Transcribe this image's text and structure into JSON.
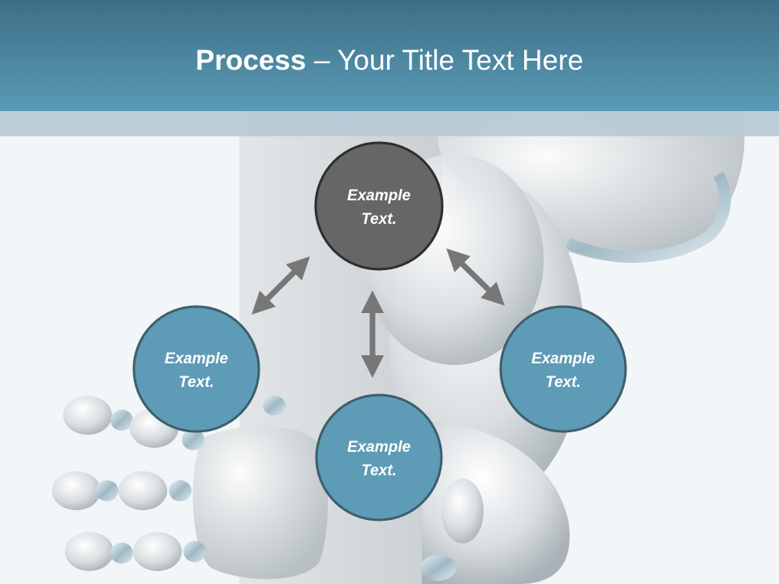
{
  "title": {
    "bold": "Process",
    "rest": " – Your Title Text Here"
  },
  "nodes": [
    {
      "line1": "Example",
      "line2": "Text.",
      "color": "#666666"
    },
    {
      "line1": "Example",
      "line2": "Text.",
      "color": "#5e9bb6"
    },
    {
      "line1": "Example",
      "line2": "Text.",
      "color": "#5e9bb6"
    },
    {
      "line1": "Example",
      "line2": "Text.",
      "color": "#5e9bb6"
    }
  ],
  "colors": {
    "header": "#4a85a0",
    "arrow": "#777777",
    "node_border": "#3d5f6c"
  }
}
